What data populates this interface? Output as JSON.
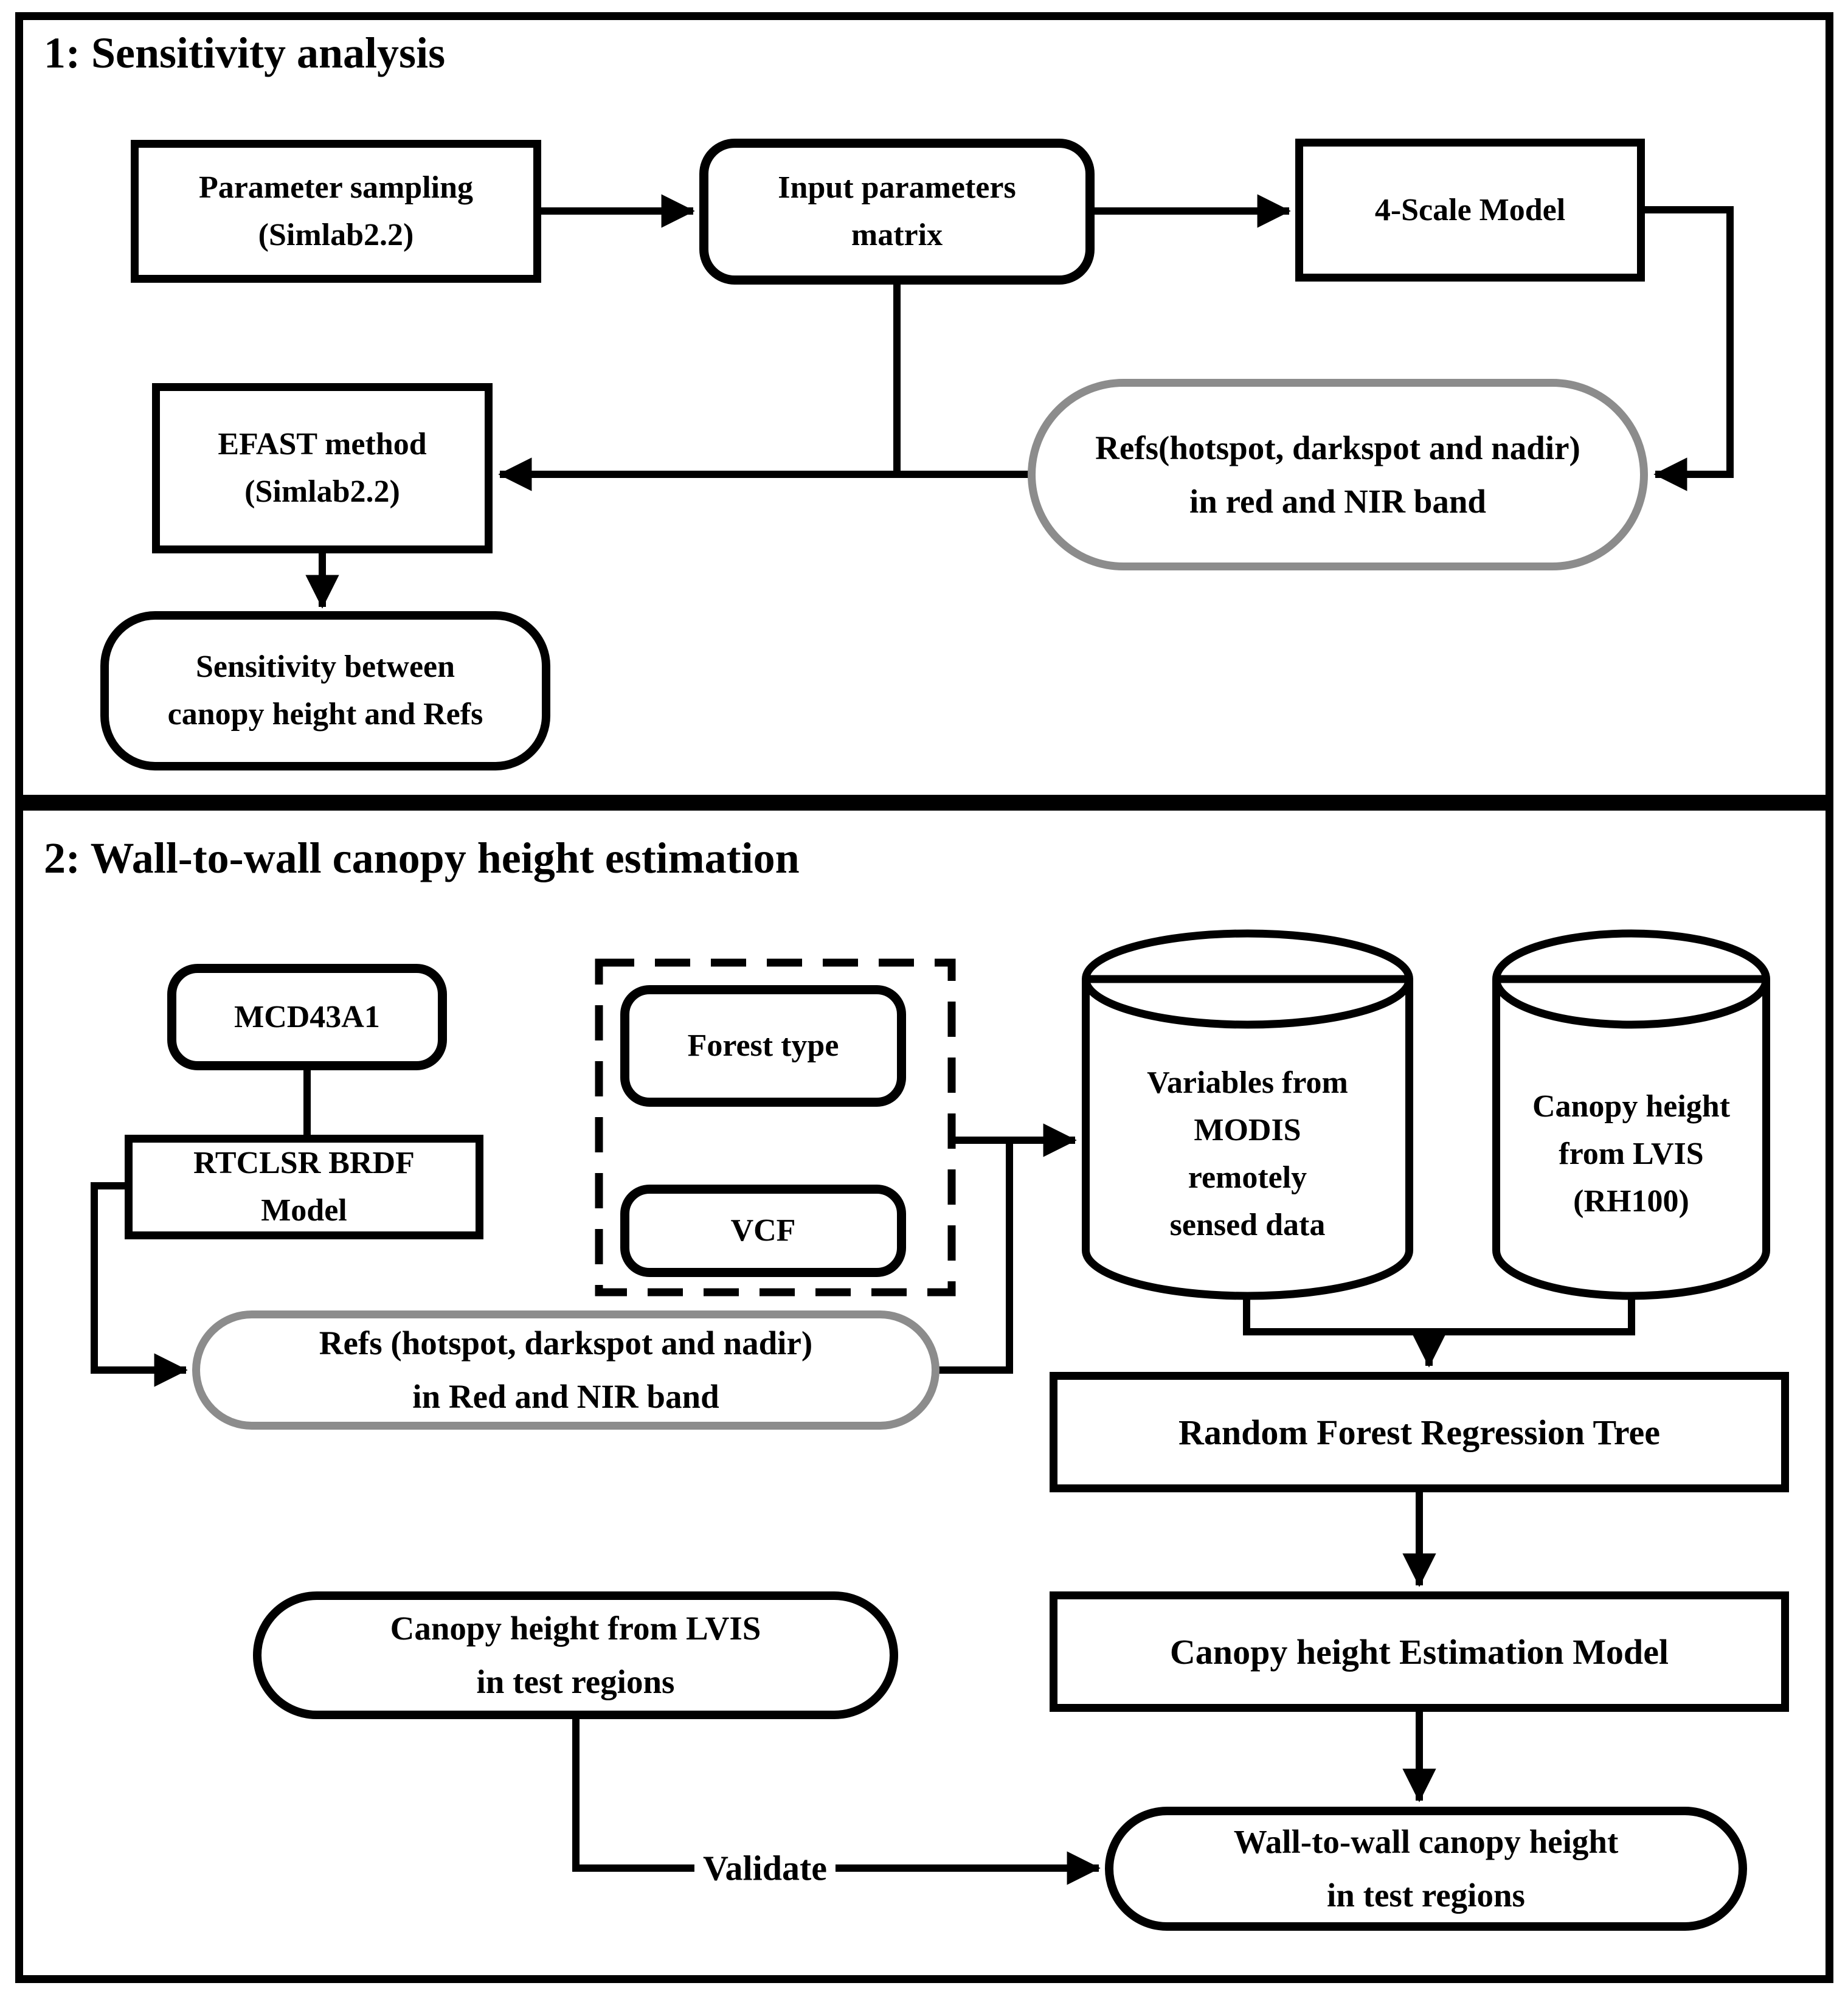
{
  "panel1": {
    "title": "1: Sensitivity analysis",
    "nodes": {
      "parameter_sampling": "Parameter sampling\n(Simlab2.2)",
      "input_matrix": "Input parameters\nmatrix",
      "four_scale": "4-Scale Model",
      "efast": "EFAST method\n(Simlab2.2)",
      "refs": "Refs(hotspot, darkspot and nadir)\nin red and NIR band",
      "sensitivity": "Sensitivity between\ncanopy height and Refs"
    }
  },
  "panel2": {
    "title": "2: Wall-to-wall canopy height estimation",
    "nodes": {
      "mcd43a1": "MCD43A1",
      "rtclsr": "RTCLSR BRDF\nModel",
      "forest_type": "Forest type",
      "vcf": "VCF",
      "modis_cylinder": "Variables from\nMODIS\nremotely\nsensed data",
      "lvis_cylinder": "Canopy height\nfrom LVIS\n(RH100)",
      "refs": "Refs (hotspot, darkspot and nadir)\nin Red and NIR band",
      "random_forest": "Random Forest Regression Tree",
      "estimation_model": "Canopy height Estimation Model",
      "lvis_test": "Canopy height from LVIS\nin test regions",
      "wall_to_wall": "Wall-to-wall canopy height\nin test regions",
      "validate_label": "Validate"
    }
  },
  "colors": {
    "line": "#000000",
    "gray_border": "#8c8c8c",
    "background": "#ffffff"
  }
}
